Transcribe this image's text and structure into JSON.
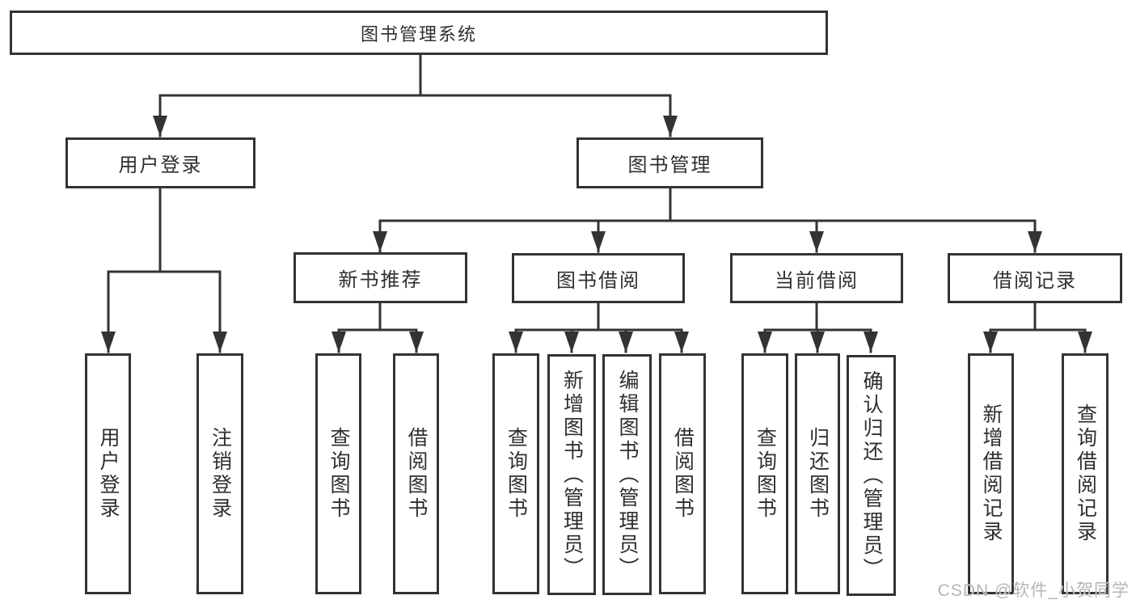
{
  "nodes": {
    "root": {
      "label": "图书管理系统"
    },
    "level2": [
      {
        "label": "用户登录"
      },
      {
        "label": "图书管理"
      }
    ],
    "level3": [
      {
        "label": "新书推荐"
      },
      {
        "label": "图书借阅"
      },
      {
        "label": "当前借阅"
      },
      {
        "label": "借阅记录"
      }
    ],
    "level4": [
      {
        "label": "用户登录"
      },
      {
        "label": "注销登录"
      },
      {
        "label": "查询图书"
      },
      {
        "label": "借阅图书"
      },
      {
        "label": "查询图书"
      },
      {
        "label": "新增图书（管理员）"
      },
      {
        "label": "编辑图书（管理员）"
      },
      {
        "label": "借阅图书"
      },
      {
        "label": "查询图书"
      },
      {
        "label": "归还图书"
      },
      {
        "label": "确认归还（管理员）"
      },
      {
        "label": "新增借阅记录"
      },
      {
        "label": "查询借阅记录"
      }
    ]
  },
  "watermark": {
    "text": "CSDN @软件_小贺同学"
  },
  "colors": {
    "line": "#333333",
    "text": "#2f2f2f",
    "box_background": "#ffffff",
    "watermark_text": "#b5b5b5"
  }
}
